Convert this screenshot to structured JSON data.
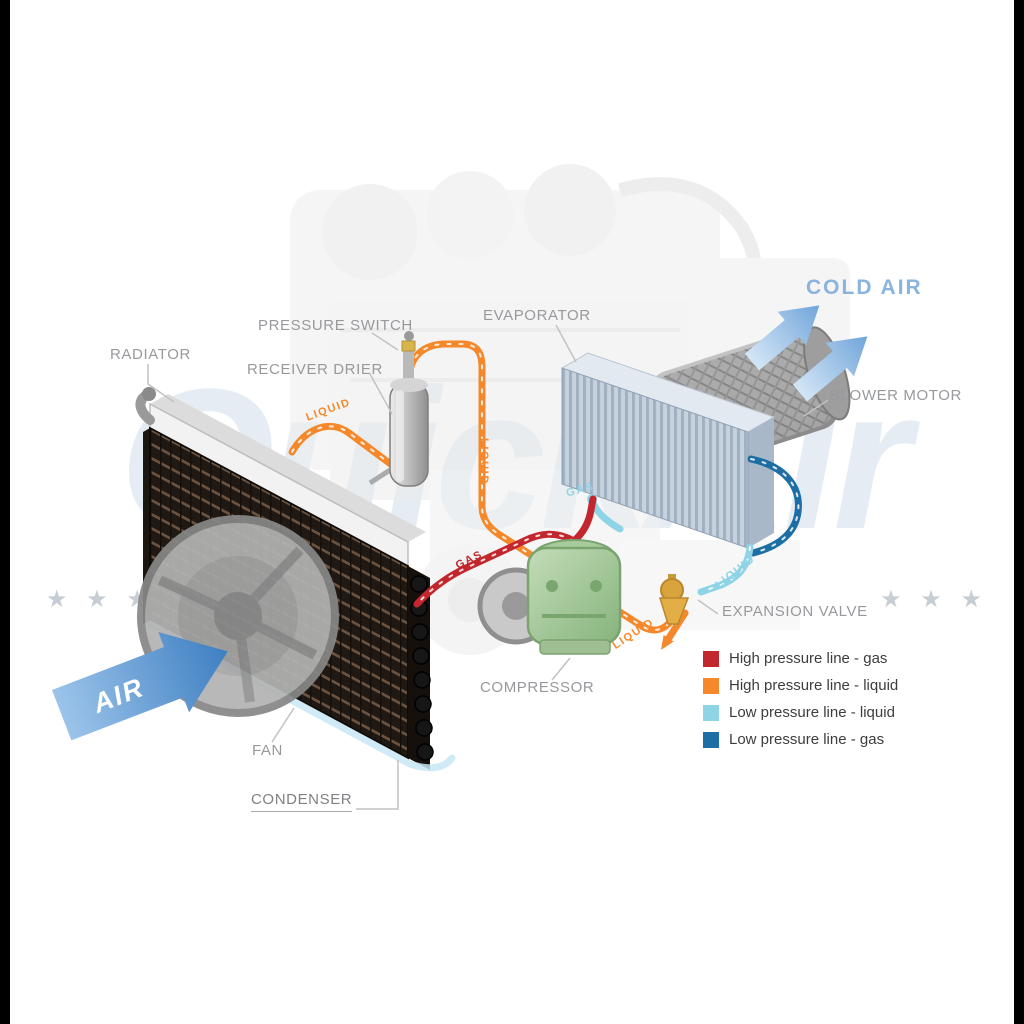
{
  "watermark": {
    "text": "QuickAir",
    "stars_left": "★ ★ ★",
    "stars_right": "★ ★ ★"
  },
  "labels": {
    "radiator": "RADIATOR",
    "pressure_switch": "PRESSURE SWITCH",
    "receiver_drier": "RECEIVER DRIER",
    "evaporator": "EVAPORATOR",
    "cold_air": "COLD AIR",
    "blower_motor": "BLOWER MOTOR",
    "expansion_valve": "EXPANSION VALVE",
    "compressor": "COMPRESSOR",
    "fan": "FAN",
    "condenser": "CONDENSER",
    "air": "AIR"
  },
  "pipe_labels": {
    "cond_to_drier": "LIQUID",
    "drier_down": "LIQUID",
    "evap_gas": "GAS",
    "comp_gas": "GAS",
    "to_valve": "LIQUID",
    "valve_out": "LIQUID"
  },
  "legend": {
    "items": [
      {
        "label": "High pressure line - gas",
        "color": "#c1272d"
      },
      {
        "label": "High pressure line - liquid",
        "color": "#f5882b"
      },
      {
        "label": "Low pressure line - liquid",
        "color": "#8ed3e6"
      },
      {
        "label": "Low pressure line -  gas",
        "color": "#1c6ea4"
      }
    ]
  },
  "colors": {
    "high_pressure_gas": "#c1272d",
    "high_pressure_liquid": "#f5882b",
    "low_pressure_liquid": "#8ed3e6",
    "low_pressure_gas": "#1c6ea4",
    "cold_air_text": "#8ab3de",
    "air_arrow": "#3f7fc1"
  }
}
